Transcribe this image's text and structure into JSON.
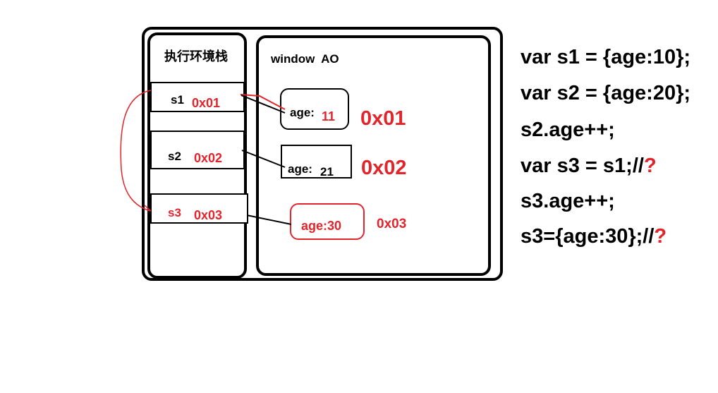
{
  "stack": {
    "title": "执行环境栈",
    "rows": [
      {
        "name": "s1",
        "addr": "0x01"
      },
      {
        "name": "s2",
        "addr": "0x02"
      },
      {
        "name": "s3",
        "addr": "0x03"
      }
    ]
  },
  "heap": {
    "title": "window  AO",
    "objects": [
      {
        "label": "age:",
        "value": "11",
        "addr": "0x01"
      },
      {
        "label": "age:",
        "value": "21",
        "addr": "0x02"
      },
      {
        "label": "age:30",
        "addr": "0x03"
      }
    ]
  },
  "code": {
    "lines": [
      "var s1 = {age:10};",
      "var s2 = {age:20};",
      "s2.age++;",
      "var s3 = s1;//",
      "s3.age++;",
      "s3={age:30};//"
    ],
    "question_mark": "?"
  },
  "colors": {
    "annotation": "#e3242b",
    "ink": "#000000"
  }
}
